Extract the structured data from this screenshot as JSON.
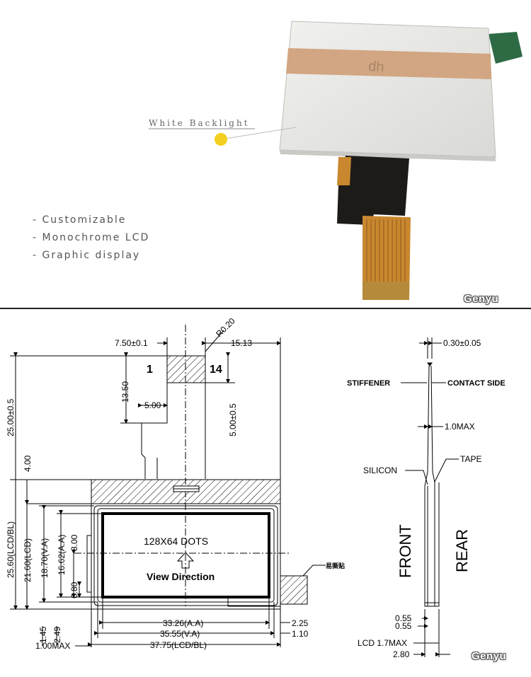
{
  "photo": {
    "callout": "White Backlight",
    "features": [
      "- Customizable",
      "- Monochrome LCD",
      "- Graphic display"
    ],
    "brand": "Genyu",
    "colors": {
      "fpc": "#c9882f",
      "tape": "#d2a682",
      "panel": "#e6e6e2",
      "tab": "#2e6b45",
      "dot": "#f2d021"
    }
  },
  "drawing": {
    "brand": "Genyu",
    "front_view": {
      "pin_first": "1",
      "pin_last": "14",
      "dim_pitch_top": "7.50±0.1",
      "dim_radius": "R0.20",
      "dim_width_right": "15.13",
      "dim_tail_length": "13.50",
      "dim_tail_width": "5.00",
      "dim_tail_right": "5.00±0.5",
      "dim_total_height": "25.00±0.5",
      "dim_4": "4.00",
      "dim_lcd_bl_h": "25.60(LCD/BL)",
      "dim_lcd_h": "21.60(LCD)",
      "dim_va_h": "18.70(V.A)",
      "dim_aa_h": "16.62(A.A)",
      "dim_8": "8.00",
      "dim_6_8": "6.80",
      "dim_1_45": "1.45",
      "dim_2_49": "2.49",
      "dim_1_max": "1.00MAX",
      "dim_aa_w": "33.26(A.A)",
      "dim_va_w": "35.55(V.A)",
      "dim_lcd_w": "37.75(LCD/BL)",
      "dim_2_25": "2.25",
      "dim_1_10": "1.10",
      "screen_text": "128X64 DOTS",
      "view_direction": "View Direction",
      "tape_note": "易撕贴"
    },
    "side_view": {
      "dim_thickness_top": "0.30±0.05",
      "stiffener": "STIFFENER",
      "contact_side": "CONTACT SIDE",
      "dim_1_max": "1.0MAX",
      "tape": "TAPE",
      "silicon": "SILICON",
      "front": "FRONT",
      "rear": "REAR",
      "dim_0_55a": "0.55",
      "dim_0_55b": "0.55",
      "dim_lcd_max": "LCD 1.7MAX",
      "dim_2_80": "2.80"
    }
  }
}
